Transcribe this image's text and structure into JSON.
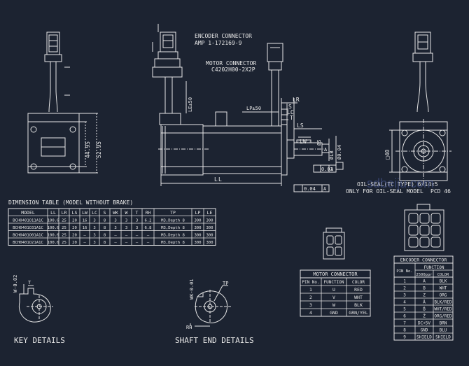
{
  "labels": {
    "encoder_connector": "ENCODER CONNECTOR",
    "encoder_part": "AMP 1-172169-9",
    "motor_connector": "MOTOR CONNECTOR",
    "motor_part": "C4202H00-2X2P",
    "lr": "LR",
    "ls": "LS",
    "lc": "LC",
    "s": "S",
    "lw": "LW",
    "t": "T",
    "l": "L",
    "lp": "LP±50",
    "le": "LE±50",
    "phi_s": "ØS",
    "phi_lb": "ØLB",
    "phi_lz": "Ø0.04",
    "square": "□40",
    "runout": "0.02",
    "flat": "0.04",
    "a": "A",
    "dim1": "44.95",
    "dim2": "52.95",
    "oil_seal1": "OIL-SEAL(TC TYPE) 6×14×5",
    "oil_seal2": "ONLY FOR OIL-SEAL MODEL",
    "pcd": "PCD 46",
    "watermark": "sdbeiju.com",
    "key_details": "KEY DETAILS",
    "shaft_end": "SHAFT END DETAILS",
    "key_t": "T",
    "key_w": "W-0.02",
    "tp": "TP",
    "rh": "RH",
    "wk": "WK-0.01"
  },
  "dimension_table": {
    "title": "DIMENSION TABLE (MODEL WITHOUT BRAKE)",
    "headers": [
      "MODEL",
      "LL",
      "LR",
      "LS",
      "LW",
      "LC",
      "S",
      "WK",
      "W",
      "T",
      "RH",
      "TP",
      "LP",
      "LE"
    ],
    "rows": [
      [
        "BCH0401O11A1C",
        "100.6",
        "25",
        "20",
        "16",
        "3",
        "8",
        "3",
        "3",
        "3",
        "6.2",
        "M3,Depth 8",
        "300",
        "300"
      ],
      [
        "BCH0401O31A1C",
        "100.6",
        "25",
        "20",
        "16",
        "3",
        "8",
        "3",
        "3",
        "3",
        "6.8",
        "M3,Depth 8",
        "300",
        "300"
      ],
      [
        "BCH0401O01A1C",
        "100.6",
        "25",
        "20",
        "—",
        "3",
        "8",
        "—",
        "—",
        "—",
        "—",
        "M3,Depth 8",
        "300",
        "300"
      ],
      [
        "BCH0401O21A1C",
        "100.6",
        "25",
        "20",
        "—",
        "3",
        "8",
        "—",
        "—",
        "—",
        "—",
        "M3,Depth 8",
        "300",
        "300"
      ]
    ]
  },
  "motor_connector_table": {
    "title": "MOTOR CONNECTOR",
    "headers": [
      "PIN No.",
      "FUNCTION",
      "COLOR"
    ],
    "rows": [
      [
        "1",
        "U",
        "RED"
      ],
      [
        "2",
        "V",
        "WHT"
      ],
      [
        "3",
        "W",
        "BLK"
      ],
      [
        "4",
        "GND",
        "GRN/YEL"
      ]
    ]
  },
  "encoder_connector_table": {
    "title": "ENCODER CONNECTOR",
    "h_pin": "PIN No.",
    "h_function": "FUNCTION",
    "h_sub": "2500ppr",
    "h_color": "COLOR",
    "rows": [
      [
        "1",
        "A",
        "BLK"
      ],
      [
        "2",
        "B",
        "WHT"
      ],
      [
        "3",
        "Z",
        "ORG"
      ],
      [
        "4",
        "Ā",
        "BLK/RED"
      ],
      [
        "5",
        "B̄",
        "WHT/RED"
      ],
      [
        "6",
        "Z̄",
        "ORG/RED"
      ],
      [
        "7",
        "DC+5V",
        "BRN"
      ],
      [
        "8",
        "GND",
        "BLU"
      ],
      [
        "9",
        "SHIELD",
        "SHIELD"
      ]
    ]
  }
}
